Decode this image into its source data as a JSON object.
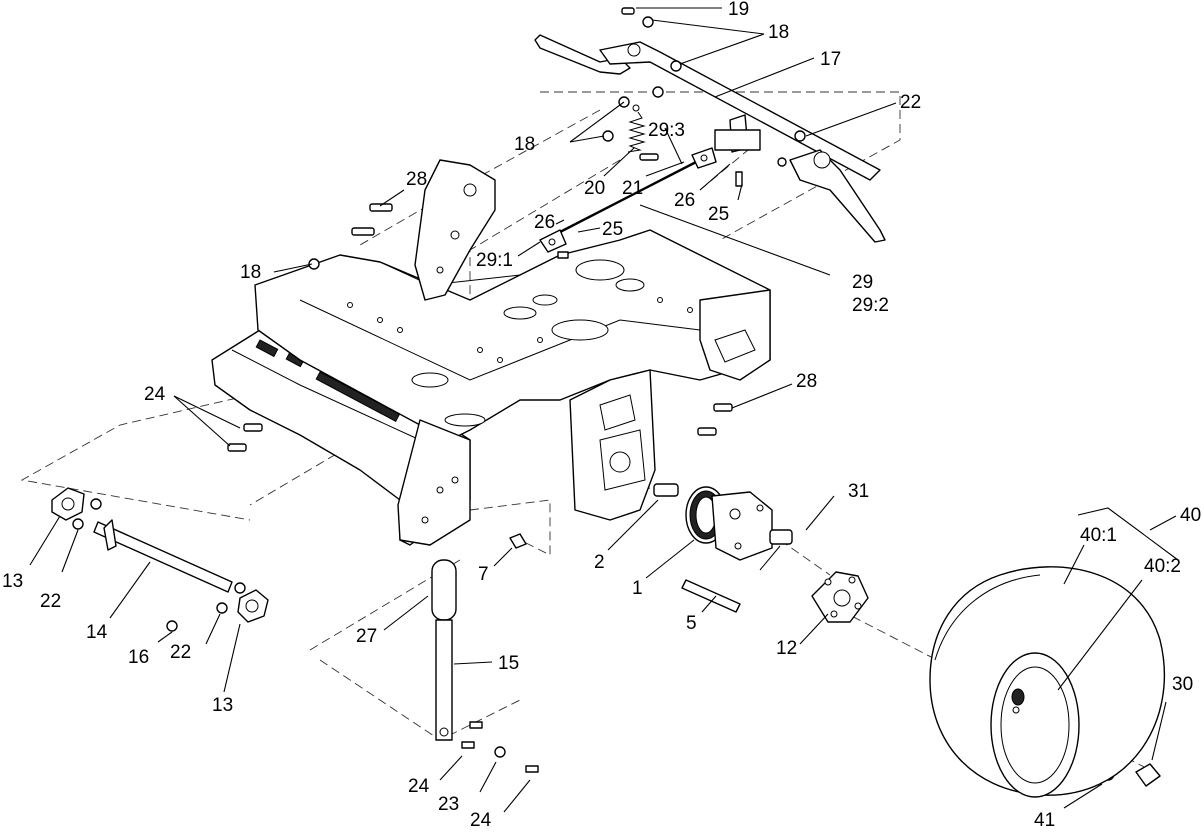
{
  "callouts": {
    "c19": "19",
    "c18a": "18",
    "c17": "17",
    "c22a": "22",
    "c18b": "18",
    "c29_3": "29:3",
    "c20": "20",
    "c21": "21",
    "c26a": "26",
    "c25a": "25",
    "c28a": "28",
    "c26b": "26",
    "c25b": "25",
    "c29_1": "29:1",
    "c29": "29",
    "c29_2": "29:2",
    "c18c": "18",
    "c28b": "28",
    "c24a": "24",
    "c31": "31",
    "c40": "40",
    "c40_1": "40:1",
    "c40_2": "40:2",
    "c13a": "13",
    "c22b": "22",
    "c14": "14",
    "c16": "16",
    "c22c": "22",
    "c13b": "13",
    "c7": "7",
    "c2": "2",
    "c1": "1",
    "c5": "5",
    "c27": "27",
    "c15": "15",
    "c12": "12",
    "c30": "30",
    "c24b": "24",
    "c23": "23",
    "c24c": "24",
    "c41": "41"
  }
}
